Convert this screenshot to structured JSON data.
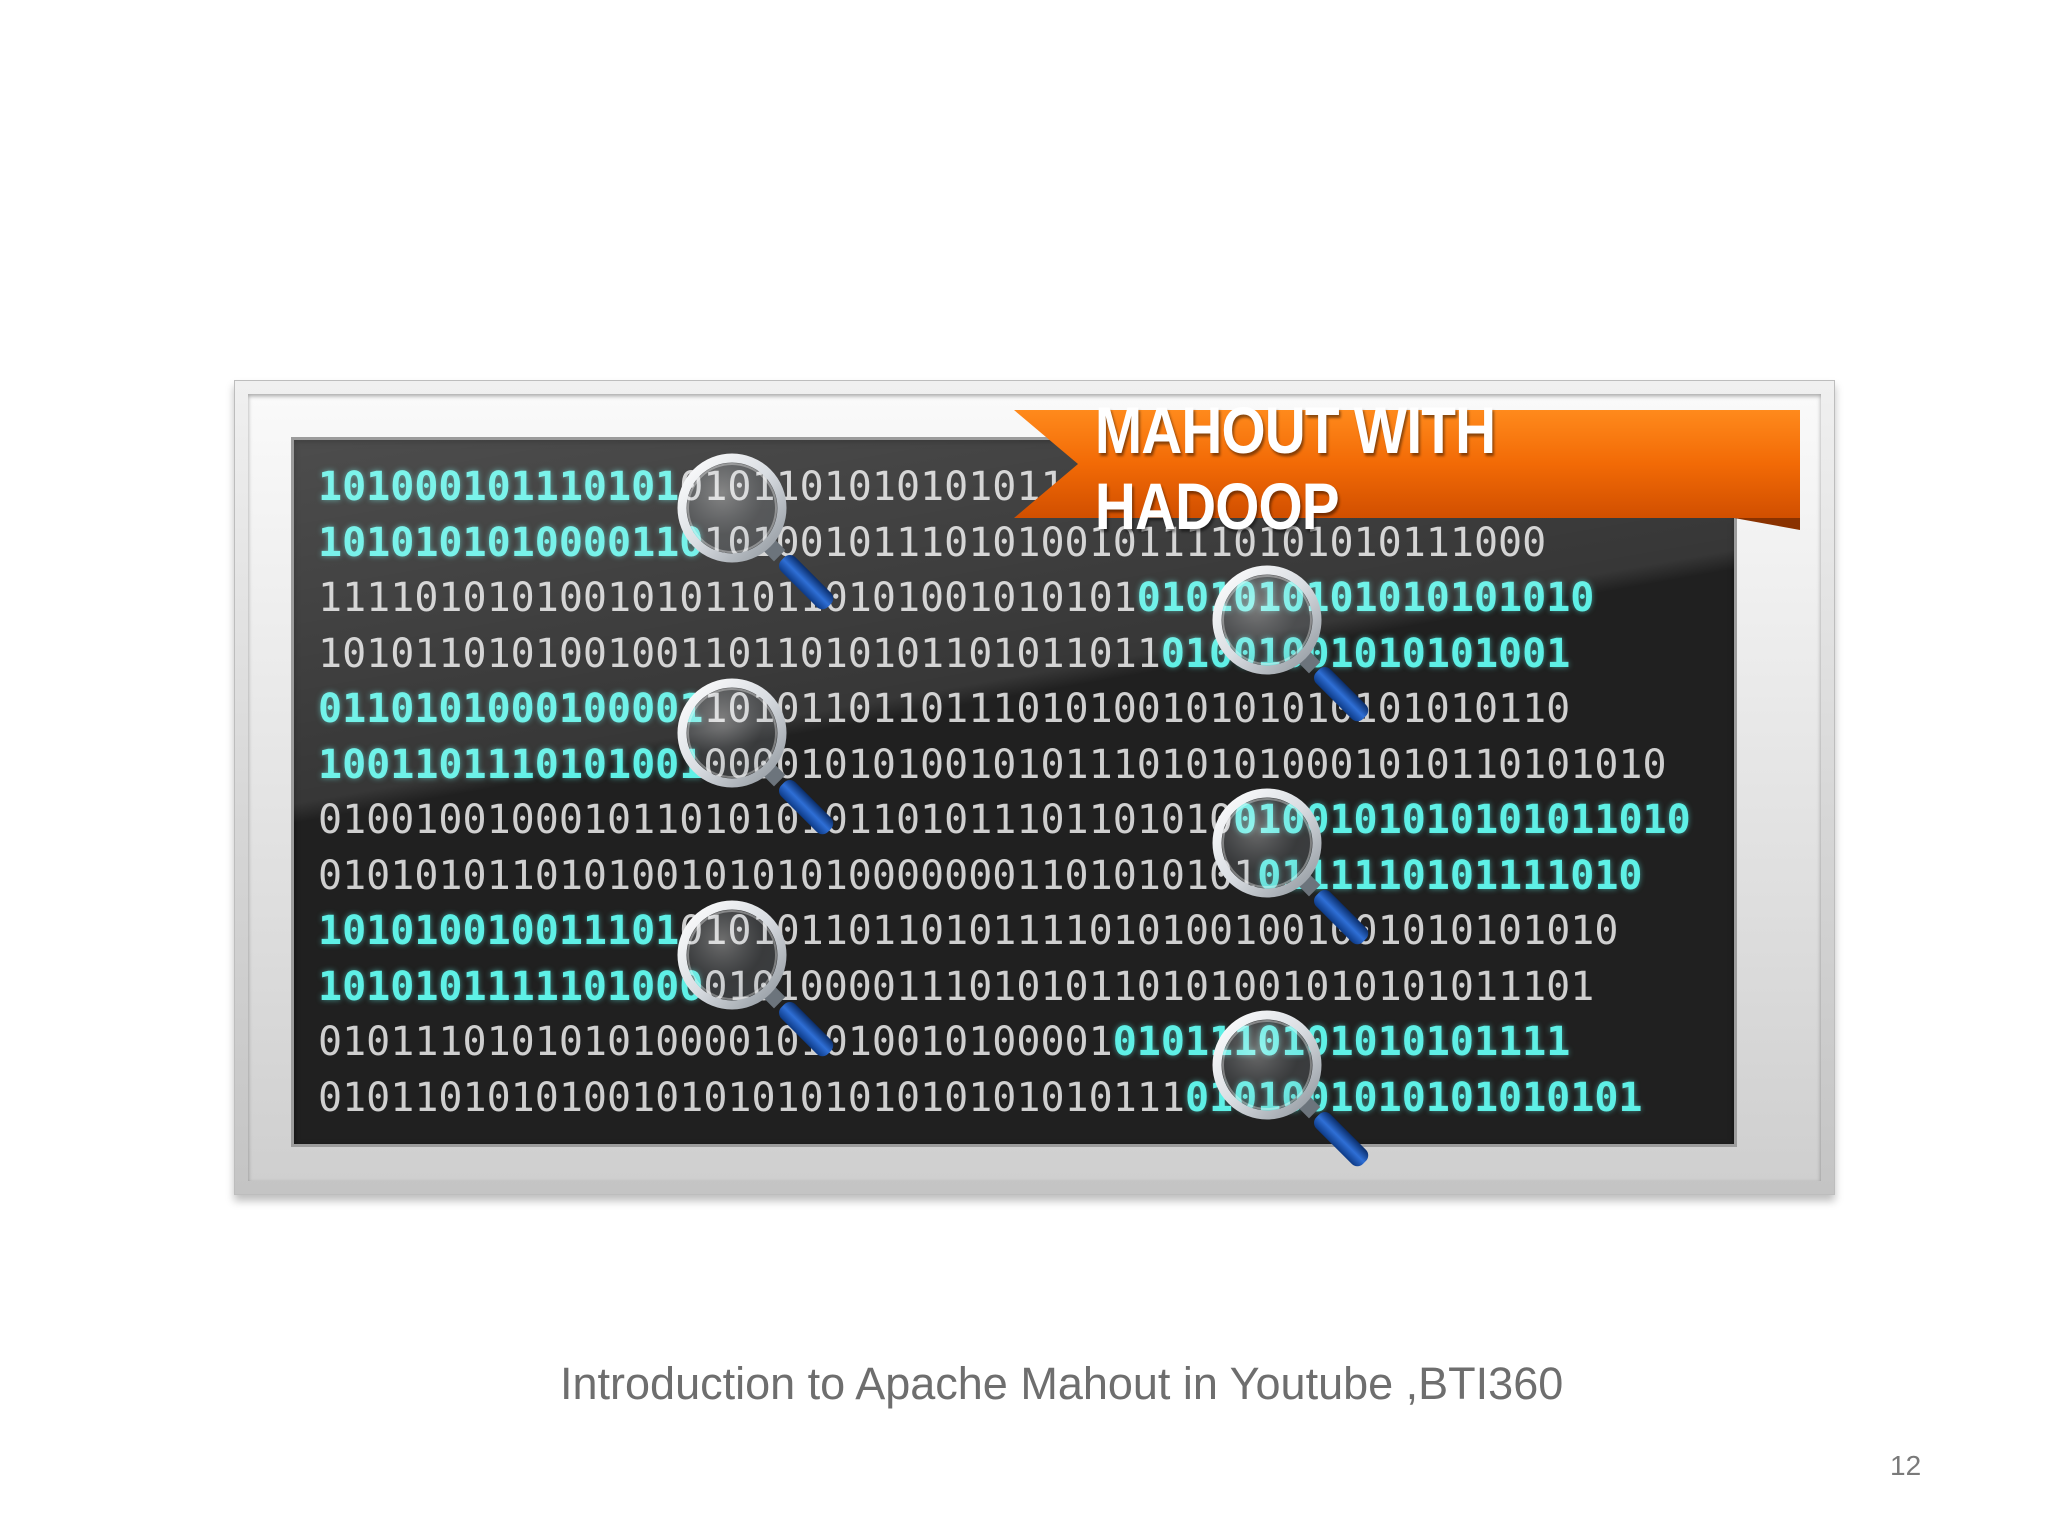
{
  "slide": {
    "banner_text": "MAHOUT WITH HADOOP",
    "caption": "Introduction to Apache Mahout in Youtube ,BTI360",
    "page_number": "12"
  },
  "binary_rows": [
    {
      "segments": [
        {
          "text": "101000101110101",
          "hl": true
        },
        {
          "text": "0101101010101011010100",
          "hl": false
        }
      ]
    },
    {
      "segments": [
        {
          "text": "1010101010000110",
          "hl": true
        },
        {
          "text": "10100101110101001011110101010111000",
          "hl": false
        }
      ]
    },
    {
      "segments": [
        {
          "text": "11110101010010101101",
          "hl": false
        },
        {
          "text": "10101001010101",
          "hl": false
        },
        {
          "text": "0101010101010101010",
          "hl": true
        }
      ]
    },
    {
      "segments": [
        {
          "text": "10101101010010011011010101101011011",
          "hl": false
        },
        {
          "text": "01001001010101001",
          "hl": true
        }
      ]
    },
    {
      "segments": [
        {
          "text": "0110101000100001",
          "hl": true
        },
        {
          "text": "101011011011101010010101010101010110",
          "hl": false
        }
      ]
    },
    {
      "segments": [
        {
          "text": "1001101110101001",
          "hl": true
        },
        {
          "text": "0000101010010101110101010001010110101010",
          "hl": false
        }
      ]
    },
    {
      "segments": [
        {
          "text": "01001001000101101010101101011101101010",
          "hl": false
        },
        {
          "text": "0100101010101011010",
          "hl": true
        }
      ]
    },
    {
      "segments": [
        {
          "text": "010101011010100101010100000001101010101",
          "hl": false
        },
        {
          "text": "0111110101111010",
          "hl": true
        }
      ]
    },
    {
      "segments": [
        {
          "text": "101010010011101",
          "hl": true
        },
        {
          "text": "010101101101011110101001001001010101010",
          "hl": false
        }
      ]
    },
    {
      "segments": [
        {
          "text": "1010101111101000",
          "hl": true
        },
        {
          "text": "0101000011101010110101001010101011101",
          "hl": false
        }
      ]
    },
    {
      "segments": [
        {
          "text": "010111010101010000101010010100001",
          "hl": false
        },
        {
          "text": "0101110101010101111",
          "hl": true
        }
      ]
    },
    {
      "segments": [
        {
          "text": "010110101010010101010101010101010111",
          "hl": false
        },
        {
          "text": "0101001010101010101",
          "hl": true
        }
      ]
    }
  ],
  "icons": {
    "magnifier": "magnifying-glass-icon"
  }
}
